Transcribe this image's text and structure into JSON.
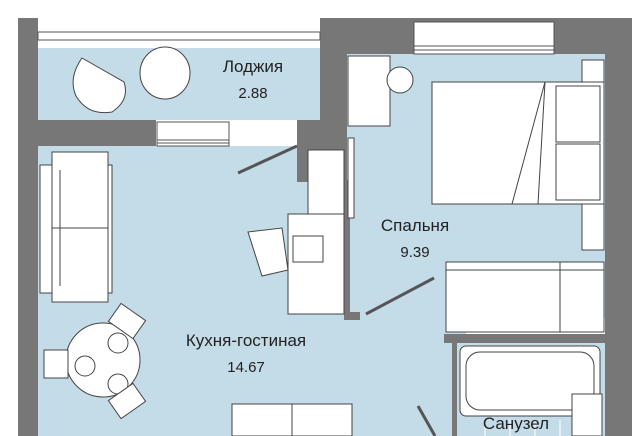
{
  "rooms": [
    {
      "name": "Лоджия",
      "area": "2.88"
    },
    {
      "name": "Спальня",
      "area": "9.39"
    },
    {
      "name": "Кухня-гостиная",
      "area": "14.67"
    },
    {
      "name": "Санузел"
    }
  ],
  "colors": {
    "floor": "#c4dbe8",
    "wall": "#777777",
    "furniture": "#ffffff",
    "line": "#444444"
  }
}
